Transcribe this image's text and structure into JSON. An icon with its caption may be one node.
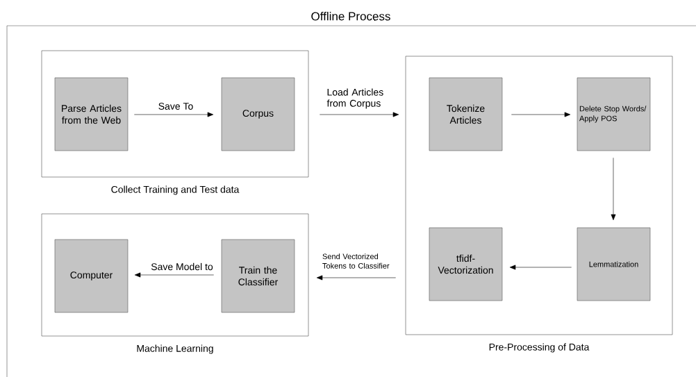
{
  "diagram": {
    "nodes": [
      {
        "text": [
          "Offline Process"
        ]
      },
      {
        "text": [
          "Collect Training and Test data"
        ],
        "in": 0
      },
      {
        "text": [
          "Parse Articles from the Web"
        ],
        "in": 1
      },
      {
        "text": [
          "Corpus"
        ],
        "in": 1
      },
      {
        "text": [
          "Pre-Processing of Data"
        ],
        "in": 0
      },
      {
        "text": [
          "Tokenize Articles"
        ],
        "in": 4
      },
      {
        "text": [
          "Delete Stop Words/ Apply POS"
        ],
        "in": 4
      },
      {
        "text": [
          "Lemmatization"
        ],
        "in": 4
      },
      {
        "text": [
          "tfidf- Vectorization"
        ],
        "in": 4
      },
      {
        "text": [
          "Machine Learning"
        ],
        "in": 0
      },
      {
        "text": [
          "Train the Classifier"
        ],
        "in": 9
      },
      {
        "text": [
          "Computer"
        ],
        "in": 9
      }
    ],
    "edges": [
      {
        "from": 2,
        "to": 3,
        "arrow": "to",
        "label": "Save To"
      },
      {
        "from": 1,
        "to": 4,
        "arrow": "to",
        "label": "Load Articles from Corpus"
      },
      {
        "from": 5,
        "to": 6,
        "arrow": "to"
      },
      {
        "from": 6,
        "to": 7,
        "arrow": "to"
      },
      {
        "from": 7,
        "to": 8,
        "arrow": "to"
      },
      {
        "from": 4,
        "to": 9,
        "arrow": "to",
        "label": "Send Vectorized Tokens to Classifier"
      },
      {
        "from": 10,
        "to": 11,
        "arrow": "to",
        "label": "Save Model to"
      }
    ]
  }
}
